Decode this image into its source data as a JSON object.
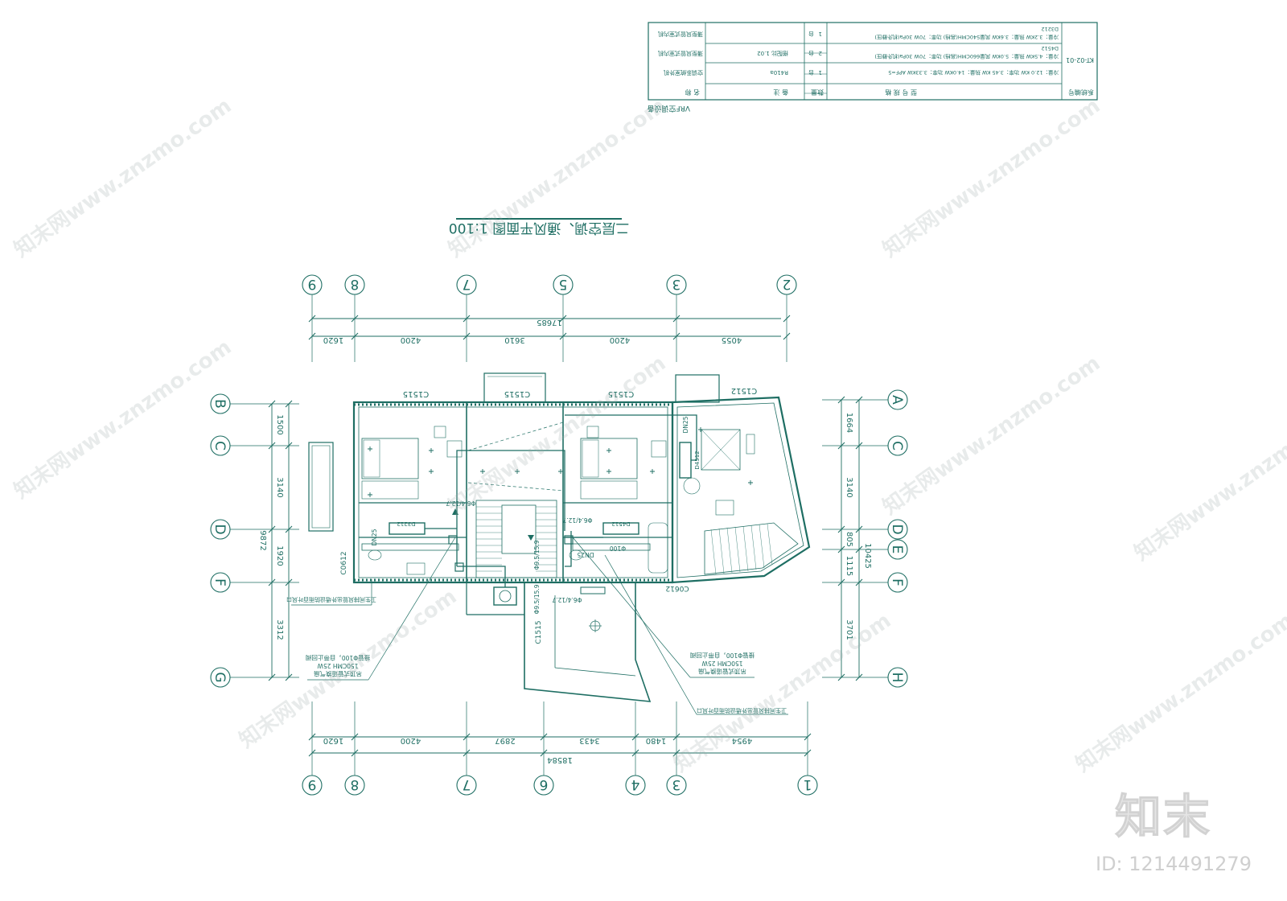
{
  "drawing_title": "二层空调、通风平面图 1:100",
  "equipment_table": {
    "caption": "VRF空调设备",
    "system_no": "KT-02-01",
    "header": {
      "name": "名 称",
      "model": "型 号 规 格",
      "qty": "数量",
      "note": "备 注"
    },
    "column_label": "系统编号",
    "rows": [
      {
        "name": "空调系统室外机",
        "spec": "冷量：12.0 KW 功率：3.45 KW 热量：14.0KW 功率：3.33KW APF=5",
        "qty_num": "1",
        "unit": "台",
        "note": "R410a"
      },
      {
        "name": "薄型风管式室内机",
        "spec": "冷量：4.5KW 热量：5.0KW 风量660CMH(高档) 功率：70W 30Pa(机外静压)",
        "code": "D4512",
        "qty_num": "2",
        "unit": "台",
        "note": "搭配比 1.02"
      },
      {
        "name": "薄型风管式室内机",
        "spec": "冷量：3.2KW 热量：3.6KW 风量540CMH(高档) 功率：70W 30Pa(机外静压)",
        "code": "D3212",
        "qty_num": "1",
        "unit": "台",
        "note": ""
      }
    ]
  },
  "axes_top": [
    "9",
    "8",
    "7",
    "5",
    "3",
    "2"
  ],
  "dims_top": [
    "1620",
    "4200",
    "3610",
    "4200",
    "4055"
  ],
  "dim_top_total": "17685",
  "axes_bottom": [
    "9",
    "8",
    "7",
    "6",
    "4",
    "3",
    "1"
  ],
  "dims_bottom": [
    "1620",
    "4200",
    "2897",
    "3433",
    "1480",
    "4954"
  ],
  "dim_bottom_total": "18584",
  "axes_left": [
    "B",
    "C",
    "D",
    "F",
    "G"
  ],
  "dims_left": [
    "1500",
    "3140",
    "1920",
    "3312"
  ],
  "dim_left_total": "9872",
  "axes_right": [
    "A",
    "C",
    "D",
    "E",
    "F",
    "H"
  ],
  "dims_right": [
    "1664",
    "3140",
    "805",
    "1115",
    "3701"
  ],
  "dim_right_total": "10425",
  "window_labels": [
    "C1515",
    "C1515",
    "C1515",
    "C1512",
    "C1515"
  ],
  "door_labels": [
    "C0612",
    "C0612"
  ],
  "pipe_labels": [
    "Φ6.4/12.7",
    "Φ6.4/12.7",
    "Φ9.5/15.9",
    "Φ9.5/15.9",
    "Φ6.4/12.7"
  ],
  "drain_labels": [
    "DN25",
    "DN25",
    "DN25"
  ],
  "unit_labels": [
    "D3212",
    "D4512",
    "D4512"
  ],
  "duct_label": "Φ100",
  "fan_note_left": [
    "吊顶式管道换气扇",
    "150CMH 25W",
    "接管Φ100，自带止回阀"
  ],
  "fan_note_right": [
    "吊顶式管道换气扇",
    "150CMH 25W",
    "接管Φ100，自带止回阀"
  ],
  "duct_note_left": "卫生间排风管出外墙设防雨百叶风口",
  "duct_note_right": "卫生间排风管出外墙设防雨百叶风口",
  "watermark_text": "知末网www.znzmo.com",
  "brand": {
    "logo": "知末",
    "id": "ID: 1214491279"
  },
  "colors": {
    "line": "#1e6e63",
    "watermark": "#9aa9a6"
  }
}
